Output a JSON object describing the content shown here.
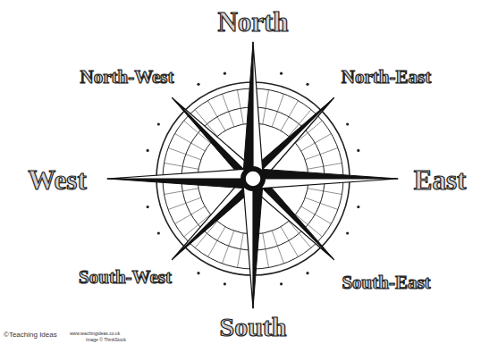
{
  "diagram": {
    "labels": [
      "North",
      "North-East",
      "East",
      "South-East",
      "South",
      "South-West",
      "West",
      "North-West",
      "©Teaching Ideas",
      "www.teachingideas.co.uk",
      "Image © ThinkStock"
    ]
  }
}
